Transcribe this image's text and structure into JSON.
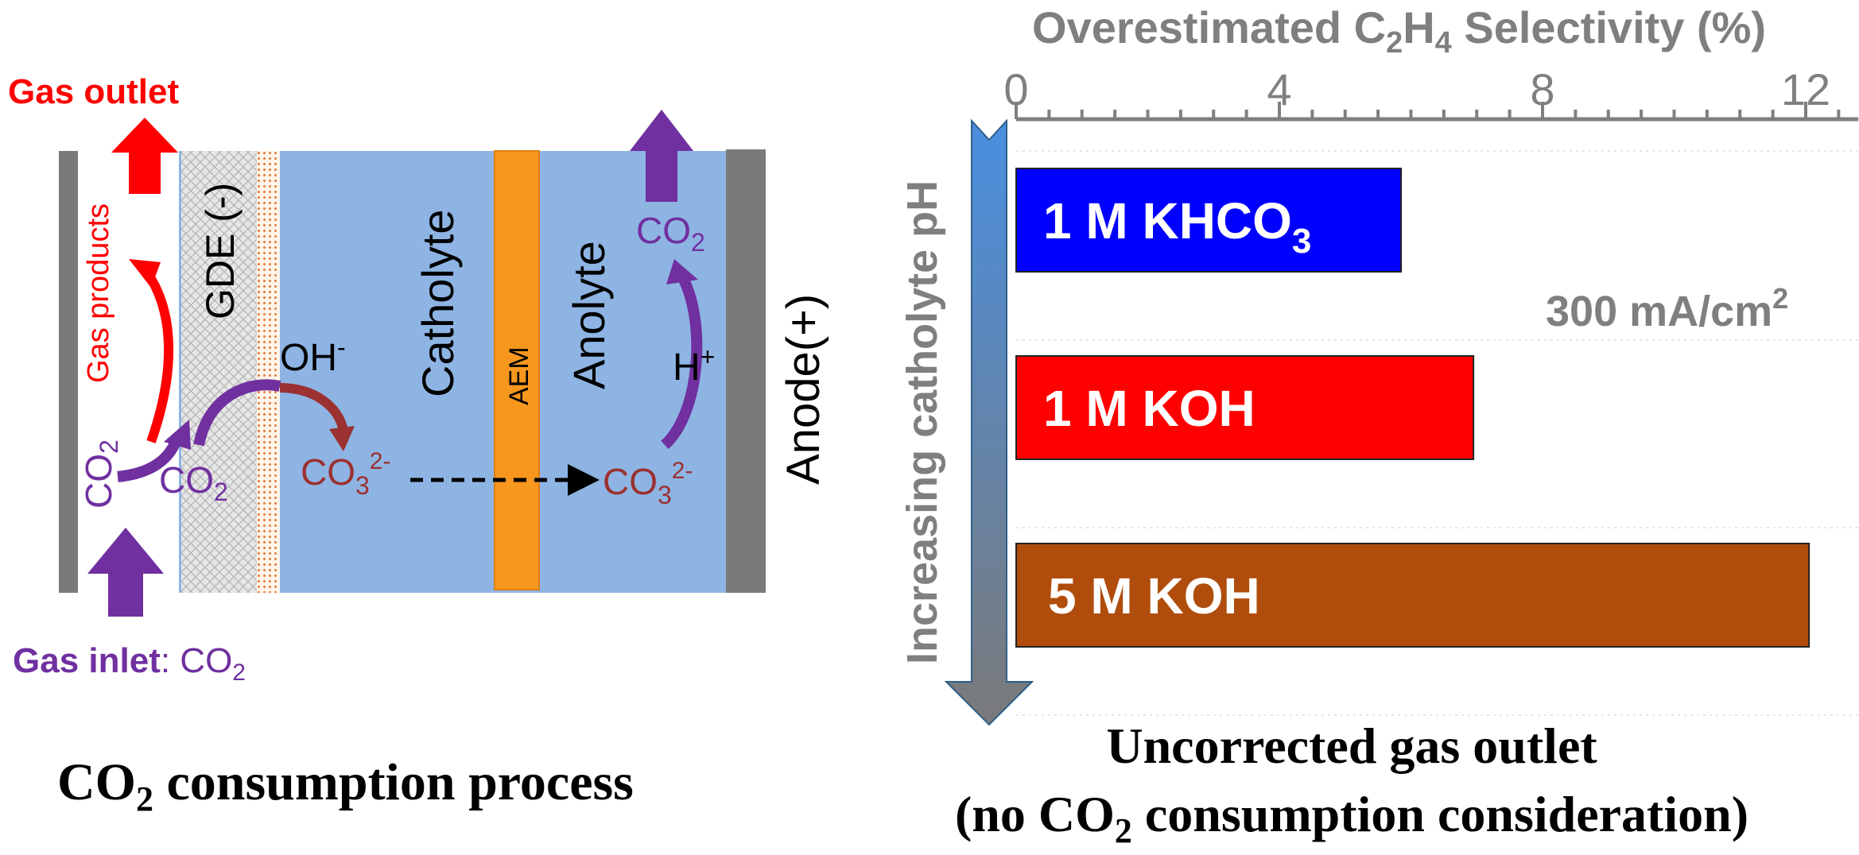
{
  "left": {
    "gas_outlet": "Gas outlet",
    "gas_products": "Gas products",
    "gde": "GDE (-)",
    "catholyte": "Catholyte",
    "aem": "AEM",
    "anolyte": "Anolyte",
    "anode": "Anode(+)",
    "oh": {
      "base": "OH",
      "sup": "-"
    },
    "hplus": {
      "base": "H",
      "sup": "+"
    },
    "co2_outer": {
      "pre": "CO",
      "sub": "2"
    },
    "co2_gde": {
      "pre": "CO",
      "sub": "2"
    },
    "co2_anolyte_top": {
      "pre": "CO",
      "sub": "2"
    },
    "co3_catholyte": {
      "pre": "CO",
      "sub": "3",
      "sup": "2-"
    },
    "co3_anolyte": {
      "pre": "CO",
      "sub": "3",
      "sup": "2-"
    },
    "gas_inlet": {
      "label": "Gas inlet",
      "sep": ": ",
      "pre": "CO",
      "sub": "2"
    },
    "caption": {
      "pre": "CO",
      "sub": "2",
      "post": " consumption process"
    }
  },
  "right": {
    "axis_title": {
      "pre": "Overestimated C",
      "sub1": "2",
      "mid": "H",
      "sub2": "4",
      "post": " Selectivity (%)"
    },
    "ph_label": "Increasing catholyte pH",
    "current_density": {
      "pre": "300 mA/cm",
      "sup": "2"
    },
    "caption_line1": "Uncorrected gas outlet",
    "caption_line2": {
      "pre": "(no CO",
      "sub": "2",
      "post": " consumption consideration)"
    }
  },
  "chart_data": {
    "type": "bar",
    "orientation": "horizontal",
    "title": "Overestimated C2H4 Selectivity (%)",
    "ylabel": "Increasing catholyte pH",
    "xlim": [
      0,
      12.8
    ],
    "x_ticks": [
      0,
      4,
      8,
      12
    ],
    "x_tick_labels": [
      "0",
      "4",
      "8",
      "12"
    ],
    "minor_tick_step": 0.5,
    "axis_position": "top",
    "categories": [
      "1 M KHCO3",
      "1 M KOH",
      "5 M KOH"
    ],
    "values": [
      5.85,
      6.95,
      12.05
    ],
    "bar_labels": [
      {
        "pre": "1 M KHCO",
        "sub": "3"
      },
      {
        "pre": "1 M KOH",
        "sub": ""
      },
      {
        "pre": "5 M KOH",
        "sub": ""
      }
    ],
    "colors": [
      "#0000ff",
      "#ff0000",
      "#b04d0d"
    ],
    "grid": true
  },
  "colors": {
    "electrolyte": "#8eb4e3",
    "aem": "#f7971e",
    "electrode_gray": "#7a7a7a",
    "purple": "#7030a0",
    "red": "#ff0000",
    "dark_red": "#9b3131",
    "axis_gray": "#7f7f7f",
    "arrow_top": "#4a8fe0",
    "arrow_bottom": "#7a7a7a"
  }
}
